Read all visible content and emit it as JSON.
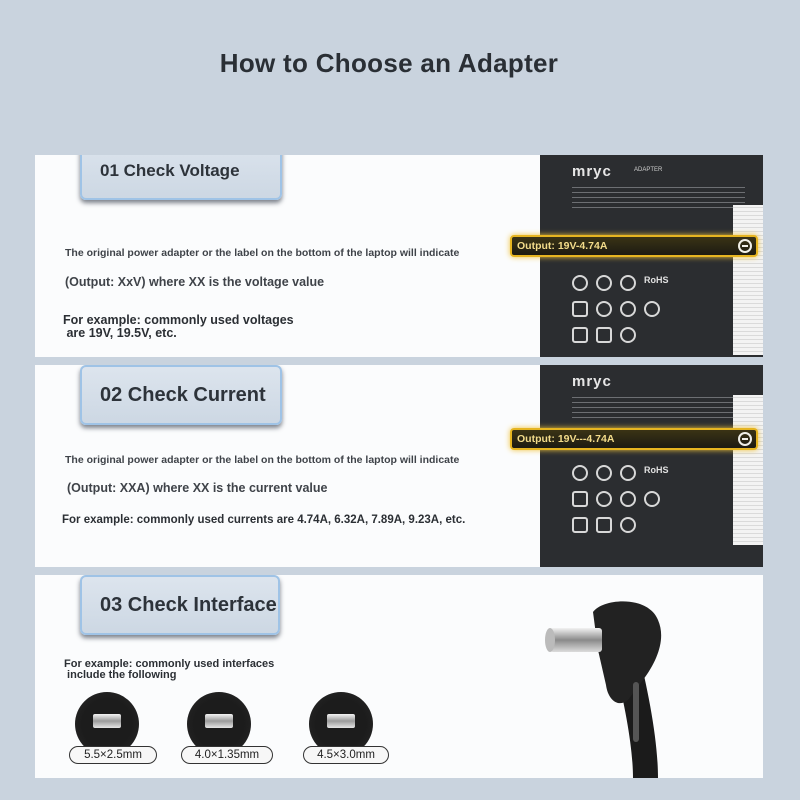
{
  "title": "How to Choose an Adapter",
  "sections": [
    {
      "heading": "01 Check Voltage",
      "line1": "The original power adapter or the label on the bottom of the laptop will indicate",
      "line2": "(Output: XxV) where XX is the voltage value",
      "example_l1": "For example: commonly used voltages",
      "example_l2": " are 19V, 19.5V, etc.",
      "output_label": "Output: 19V-4.74A"
    },
    {
      "heading": "02 Check Current",
      "line1": "The original power adapter or the label on the bottom of the laptop will indicate",
      "line2": "(Output: XXA) where XX is the current value",
      "example_l1": "For example: commonly used currents are 4.74A, 6.32A, 7.89A, 9.23A, etc.",
      "output_label": "Output: 19V---4.74A"
    },
    {
      "heading": "03 Check Interface",
      "example_l1": "For example: commonly used interfaces",
      "example_l2": " include the following",
      "connectors": [
        "5.5×2.5mm",
        "4.0×1.35mm",
        "4.5×3.0mm"
      ]
    }
  ],
  "adapter_label": {
    "brand": "mryc",
    "type": "ADAPTER",
    "marks": [
      "RoHS"
    ]
  }
}
